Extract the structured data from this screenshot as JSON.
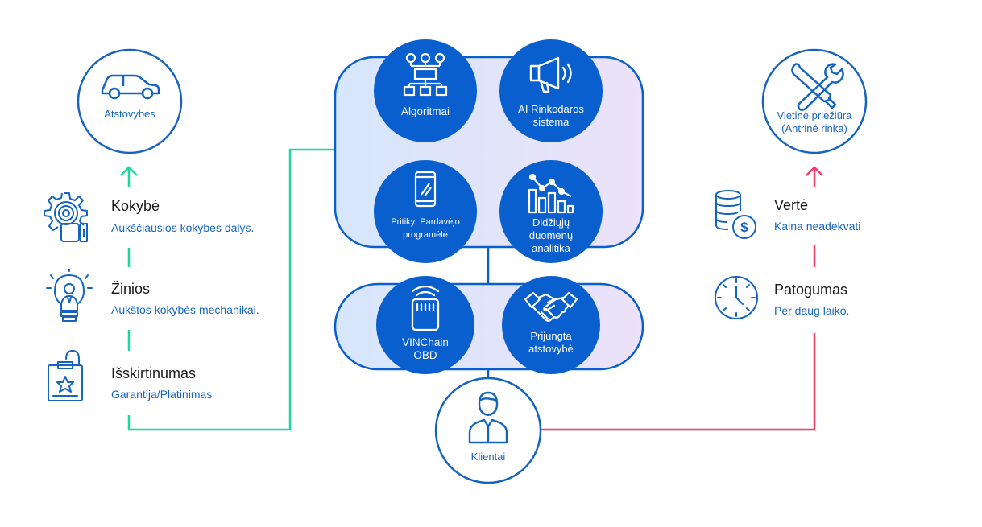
{
  "colors": {
    "primary": "#0a5fcf",
    "green": "#1fd6a0",
    "pink": "#f23d6a",
    "outline": "#1565c0"
  },
  "nodes": {
    "dealers": "Atstovybės",
    "local_service_line1": "Vietinė priežiūra",
    "local_service_line2": "(Antrinė rinka)",
    "algorithms": "Algoritmai",
    "ai_marketing_line1": "AI Rinkodaros",
    "ai_marketing_line2": "sistema",
    "seller_app_line1": "Pritikyt Pardavėjo",
    "seller_app_line2": "programėlė",
    "big_data_line1": "Didžiųjų",
    "big_data_line2": "duomenų",
    "big_data_line3": "analitika",
    "vinchain_line1": "VINChain",
    "vinchain_line2": "OBD",
    "connected_dealer_line1": "Prijungta",
    "connected_dealer_line2": "atstovybė",
    "clients": "Klientai"
  },
  "left_features": [
    {
      "title": "Kokybė",
      "subtitle": "Aukščiausios kokybės dalys.",
      "icon": "gear-quality-icon"
    },
    {
      "title": "Žinios",
      "subtitle": "Aukštos kokybės mechanikai.",
      "icon": "lightbulb-person-icon"
    },
    {
      "title": "Išskirtinumas",
      "subtitle": "Garantija/Platinimas",
      "icon": "badge-star-icon"
    }
  ],
  "right_features": [
    {
      "title": "Vertė",
      "subtitle": "Kaina neadekvati",
      "icon": "coins-dollar-icon"
    },
    {
      "title": "Patogumas",
      "subtitle": "Per daug laiko.",
      "icon": "clock-icon"
    }
  ]
}
